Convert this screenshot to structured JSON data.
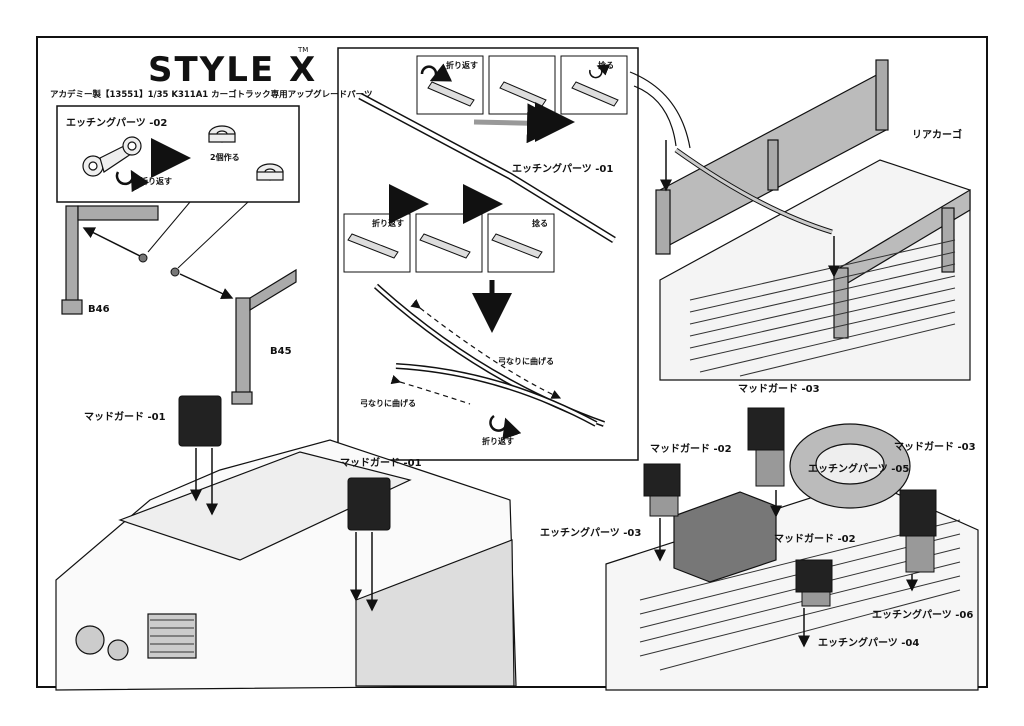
{
  "header": {
    "brand": "STYLE X",
    "trademark": "TM",
    "subtitle": "アカデミー製【13551】1/35 K311A1 カーゴトラック専用アップグレードパーツ"
  },
  "inset_left": {
    "title": "エッチングパーツ -02",
    "fold_label": "折り返す",
    "make_two_label": "2個作る"
  },
  "parts": {
    "b46": "B46",
    "b45": "B45",
    "mudguard_01_a": "マッドガード -01",
    "mudguard_01_b": "マッドガード -01",
    "rear_cargo": "リアカーゴ",
    "mudguard_03_a": "マッドガード -03",
    "mudguard_03_b": "マッドガード -03",
    "mudguard_02_a": "マッドガード -02",
    "mudguard_02_b": "マッドガード -02",
    "etch_03": "エッチングパーツ -03",
    "etch_04": "エッチングパーツ -04",
    "etch_05": "エッチングパーツ -05",
    "etch_06": "エッチングパーツ -06"
  },
  "inset_center": {
    "title": "エッチングパーツ -01",
    "fold_1": "折り返す",
    "twist_1": "捻る",
    "fold_2": "折り返す",
    "twist_2": "捻る",
    "bend_1": "弓なりに曲げる",
    "bend_2": "弓なりに曲げる",
    "fold_3": "折り返す"
  }
}
